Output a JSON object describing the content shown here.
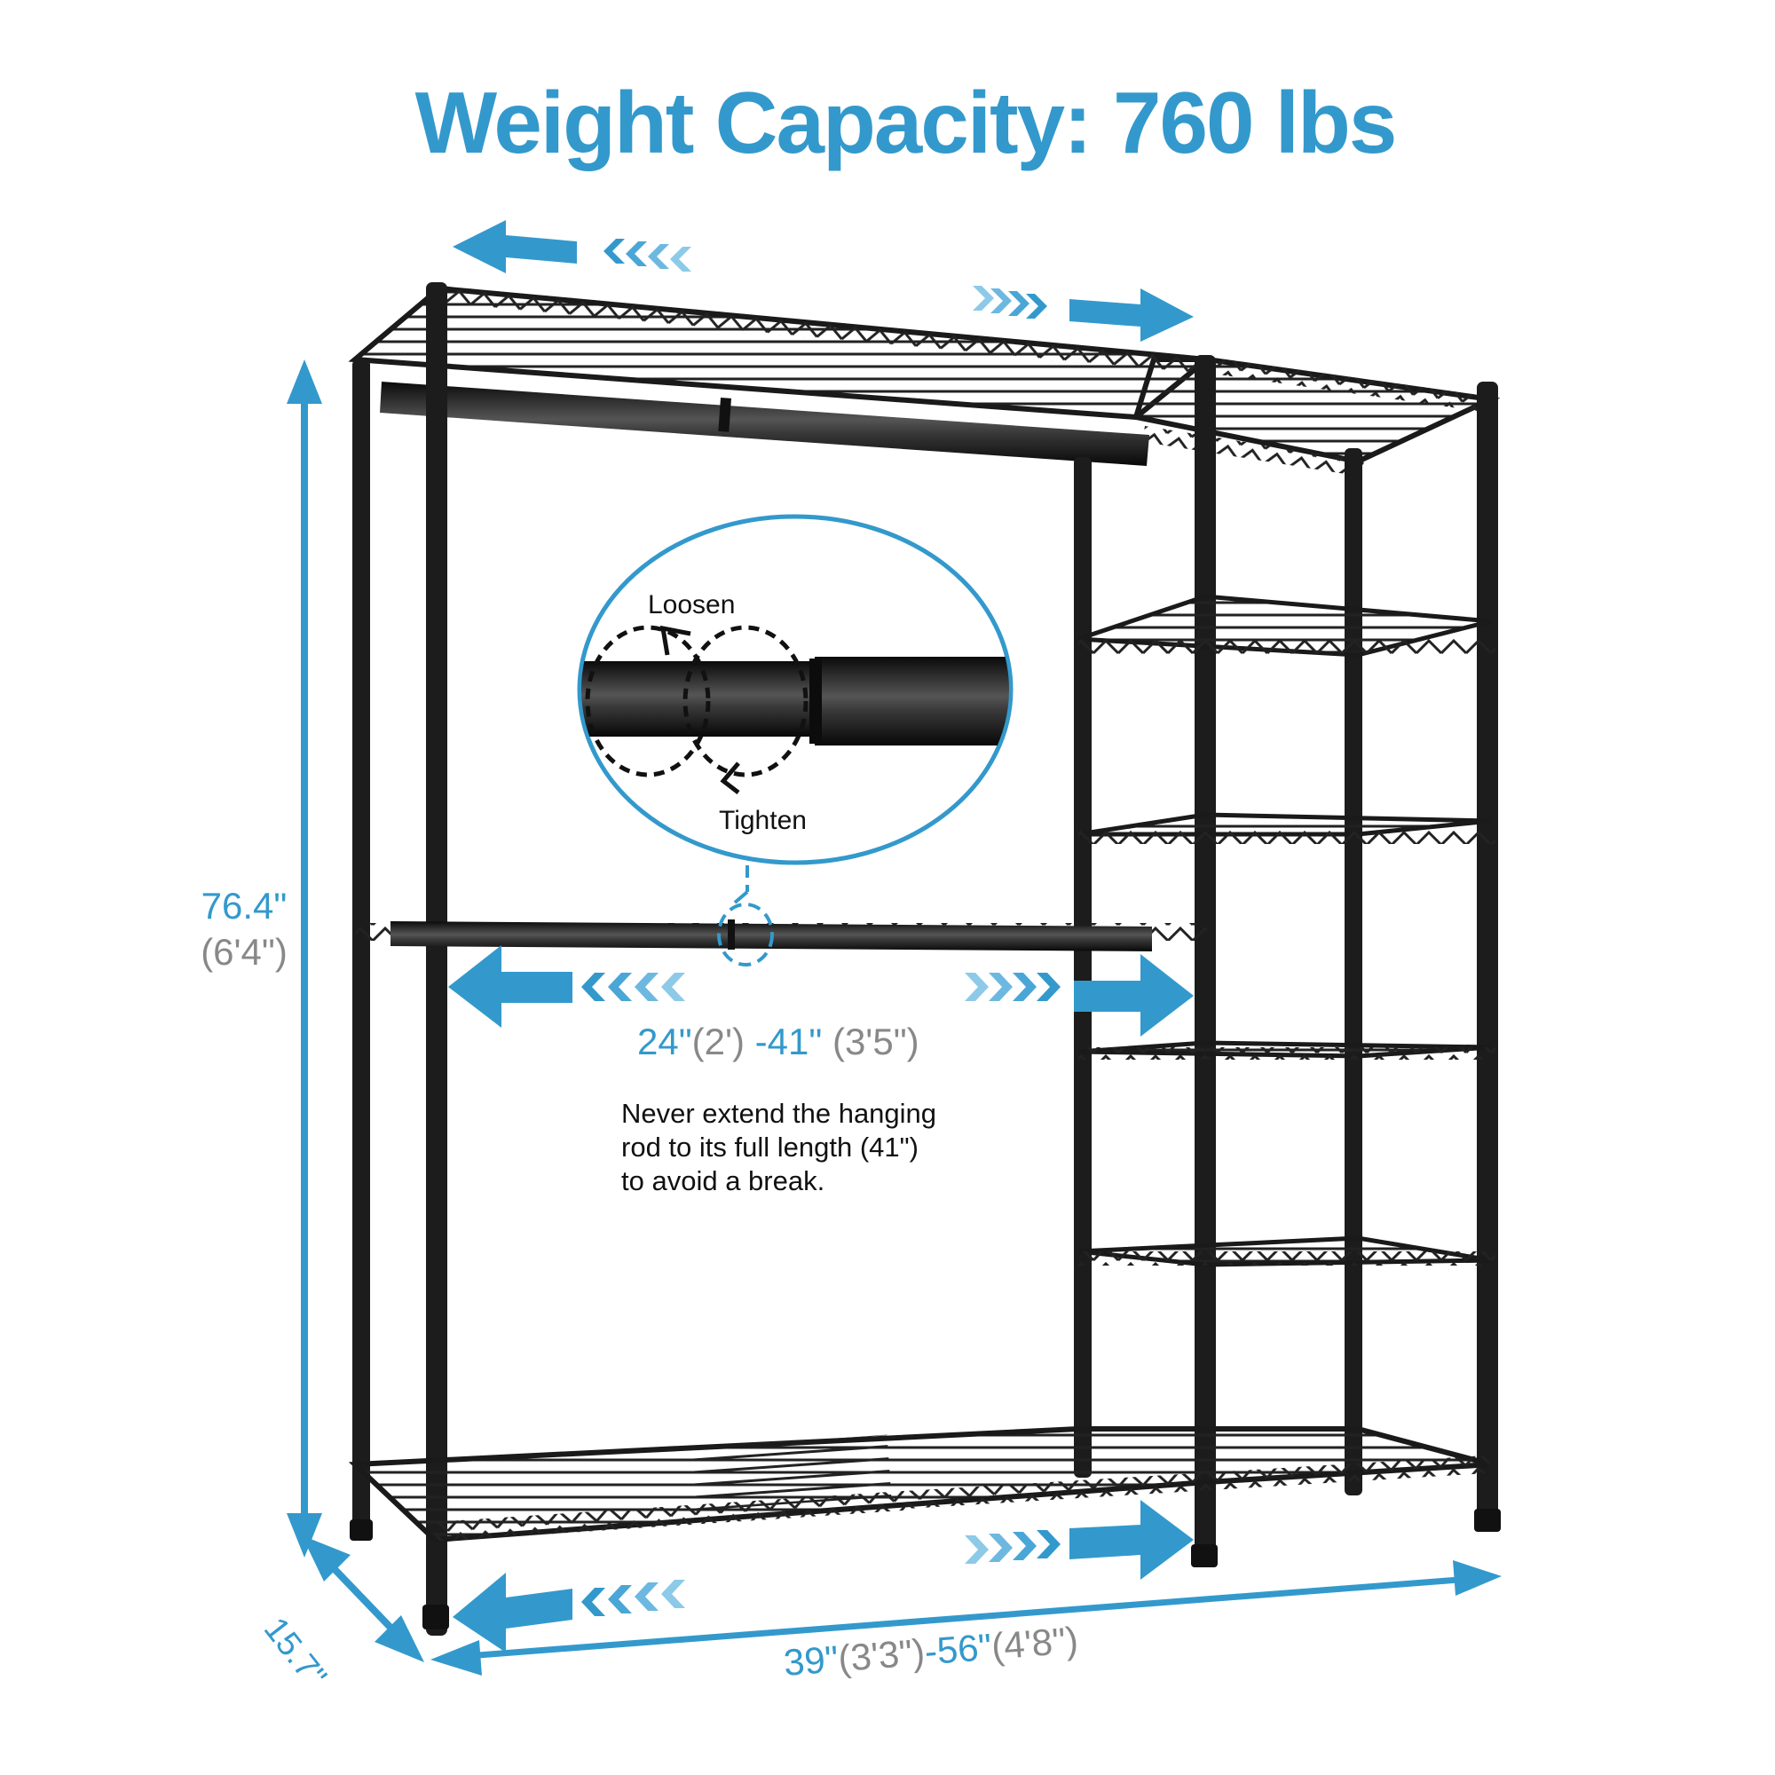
{
  "title": "Weight Capacity: 760 lbs",
  "dimensions": {
    "height": {
      "value": "76.4\"",
      "imperial": "(6'4\")"
    },
    "depth": {
      "value": "15.7\""
    },
    "width": {
      "min": "39\"",
      "min_imperial": "(3'3\")",
      "separator": "-",
      "max": "56\"",
      "max_imperial": "(4'8\")"
    },
    "rod": {
      "min": "24\"",
      "min_imperial": "(2')",
      "separator": " -",
      "max": "41\"",
      "max_imperial": " (3'5\")"
    }
  },
  "callout": {
    "loosen_label": "Loosen",
    "tighten_label": "Tighten"
  },
  "note": {
    "line1": "Never extend the hanging",
    "line2": "rod to its full length (41\")",
    "line3": "to avoid a break."
  },
  "colors": {
    "accent_blue": "#3399cc",
    "grey_text": "#888888",
    "frame_black": "#1a1a1a"
  },
  "icons": [
    "expand-left-arrow-icon",
    "expand-right-arrow-icon",
    "rotate-loosen-icon",
    "rotate-tighten-icon"
  ]
}
